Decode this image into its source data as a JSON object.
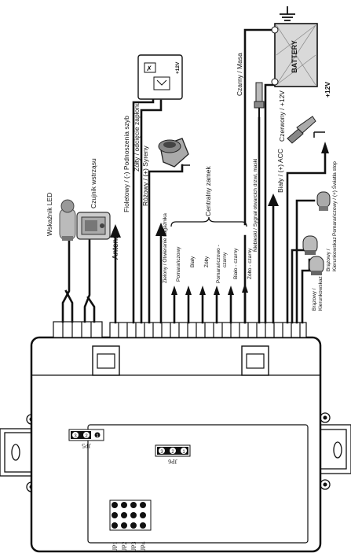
{
  "labels": {
    "led": "Wskaźnik LED",
    "shock": "Czujnik wstrząsu",
    "antenna": "Antena",
    "windows1": "Fioletowy / (-) Podnoszenia szyb",
    "windows2": "Żółty / odcięcie zapłonu",
    "siren": "Różowy / (+) Syreny",
    "trunk": "Zielony / Otwieranie bagażnika",
    "central_lock": "Centralny zamek",
    "orange": "Pomarańczowy",
    "white": "Biały",
    "yellow": "Żółty",
    "orange_black1": "Pomarańczowo -",
    "orange_black2": "czarny",
    "white_black": "Biało - czarny",
    "yellow_black": "Żółto - czarny",
    "door": "Niebieski / Sygnał otwarcich drzwi, maski",
    "ground": "Czarny / Masa",
    "battery": "BATTERY",
    "plus12": "Czerwony / +12V",
    "acc": "Biały / (+) ACC",
    "plus12v": "+12V",
    "brake": "Pomarańczowy / (+) Światła stop",
    "turn1a": "Brązowy /",
    "turn1b": "Kierunkowskaz",
    "turn2a": "Brązowy /",
    "turn2b": "Kierunkowskaz",
    "relay_plus": "+12V",
    "jp5": "JP5",
    "jp6": "JP6",
    "jp_pins": [
      "1",
      "2",
      "3"
    ],
    "jp1": "JP1",
    "jp2": "JP2",
    "jp3": "JP3",
    "jp4": "JP4"
  },
  "colors": {
    "line": "#111111",
    "battery_fill": "#d9d9d9"
  }
}
